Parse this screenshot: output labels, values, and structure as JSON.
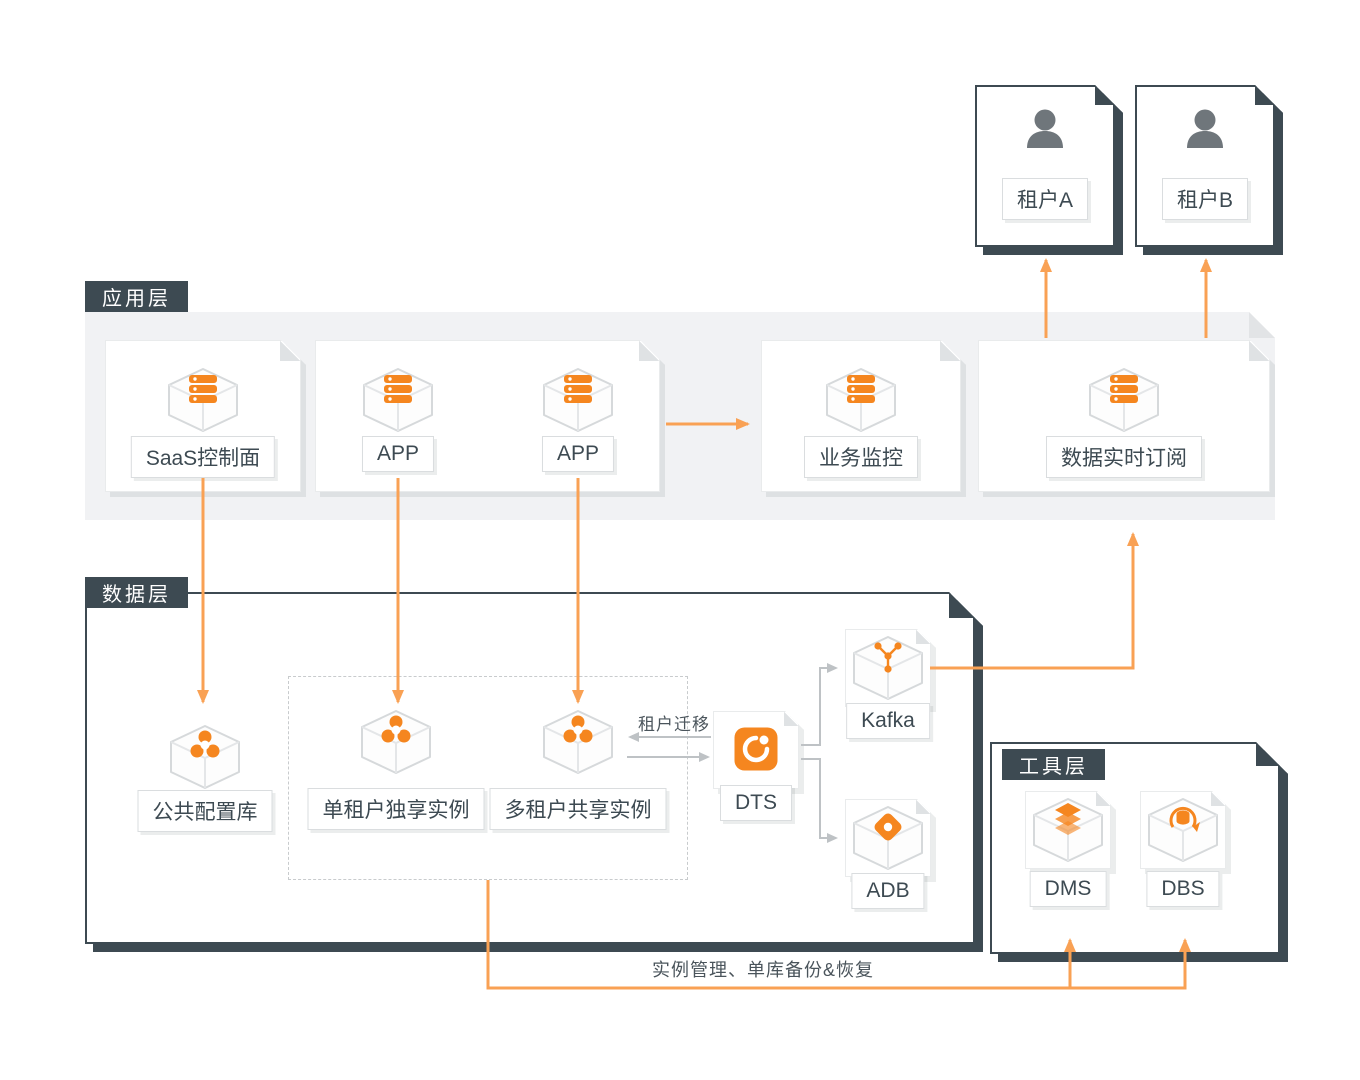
{
  "colors": {
    "accent_orange": "#F5861F",
    "arrow_orange": "#F9A154",
    "dark_navy": "#3D4A52",
    "band_gray": "#F1F2F4",
    "connector_gray": "#BEC2C5"
  },
  "tenants": [
    {
      "label": "租户A"
    },
    {
      "label": "租户B"
    }
  ],
  "app_layer": {
    "badge": "应用层",
    "cards": {
      "saas": "SaaS控制面",
      "app1": "APP",
      "app2": "APP",
      "monitor": "业务监控",
      "subscribe": "数据实时订阅"
    }
  },
  "data_layer": {
    "badge": "数据层",
    "nodes": {
      "config": "公共配置库",
      "single": "单租户独享实例",
      "multi": "多租户共享实例",
      "dts": "DTS",
      "kafka": "Kafka",
      "adb": "ADB"
    },
    "migration_label": "租户迁移"
  },
  "tool_layer": {
    "badge": "工具层",
    "nodes": {
      "dms": "DMS",
      "dbs": "DBS"
    }
  },
  "notes": {
    "bottom": "实例管理、单库备份&恢复"
  },
  "icons": {
    "tenant": "person-icon",
    "app_module": "server-stack-icon",
    "db_cluster": "tri-node-icon",
    "dts": "data-transfer-swirl-icon",
    "kafka": "dot-graph-icon",
    "adb": "diamond-icon",
    "dms": "layer-stack-icon",
    "dbs": "backup-cycle-icon"
  }
}
